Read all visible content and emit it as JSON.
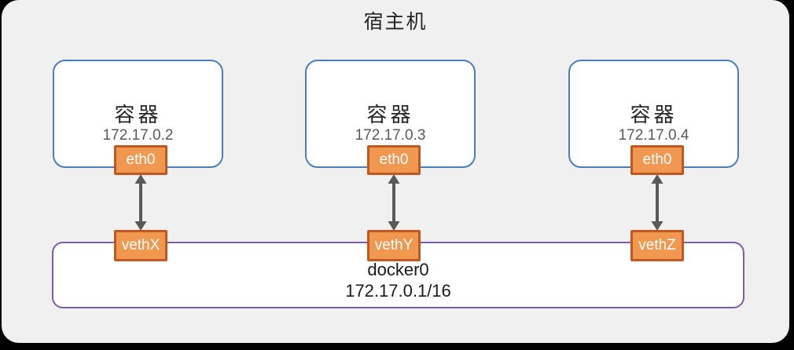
{
  "title": "宿主机",
  "containers": [
    {
      "label": "容器",
      "ip": "172.17.0.2",
      "eth": "eth0",
      "veth": "vethX"
    },
    {
      "label": "容器",
      "ip": "172.17.0.3",
      "eth": "eth0",
      "veth": "vethY"
    },
    {
      "label": "容器",
      "ip": "172.17.0.4",
      "eth": "eth0",
      "veth": "vethZ"
    }
  ],
  "bridge": {
    "name": "docker0",
    "cidr": "172.17.0.1/16"
  },
  "colors": {
    "panel_background": "#f0f0f0",
    "container_border": "#4a7ebb",
    "interface_fill": "#f0984f",
    "interface_border": "#c2571f",
    "bridge_border": "#7b5ea7",
    "arrow": "#595959",
    "ip_text": "#595959"
  }
}
